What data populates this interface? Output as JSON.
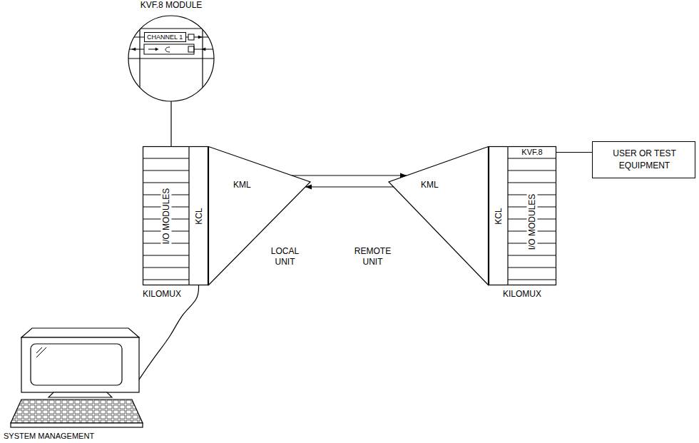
{
  "diagram": {
    "nodes": [
      {
        "text": [
          "KVF.8 MODULE"
        ]
      },
      {
        "text": [
          "CHANNEL 1"
        ],
        "in": 0
      },
      {
        "text": [
          "KILOMUX"
        ]
      },
      {
        "text": [
          "I/O MODULES"
        ],
        "in": 2
      },
      {
        "text": [
          "KCL"
        ],
        "in": 2
      },
      {
        "text": [
          "KML",
          "LOCAL UNIT"
        ]
      },
      {
        "text": [
          "SYSTEM MANAGEMENT"
        ]
      },
      {
        "text": [
          "KML",
          "REMOTE UNIT"
        ]
      },
      {
        "text": [
          "KILOMUX"
        ]
      },
      {
        "text": [
          "KCL"
        ],
        "in": 8
      },
      {
        "text": [
          "I/O MODULES"
        ],
        "in": 8
      },
      {
        "text": [
          "KVF.8"
        ],
        "in": 8
      },
      {
        "text": [
          "USER OR TEST EQUIPMENT"
        ]
      }
    ],
    "edges": [
      {
        "from": 0,
        "to": 3,
        "arrow": "none"
      },
      {
        "from": 4,
        "to": 6,
        "arrow": "none"
      },
      {
        "from": 5,
        "to": 7,
        "arrow": "to"
      },
      {
        "from": 7,
        "to": 5,
        "arrow": "to"
      },
      {
        "from": 11,
        "to": 12,
        "arrow": "none"
      }
    ]
  }
}
